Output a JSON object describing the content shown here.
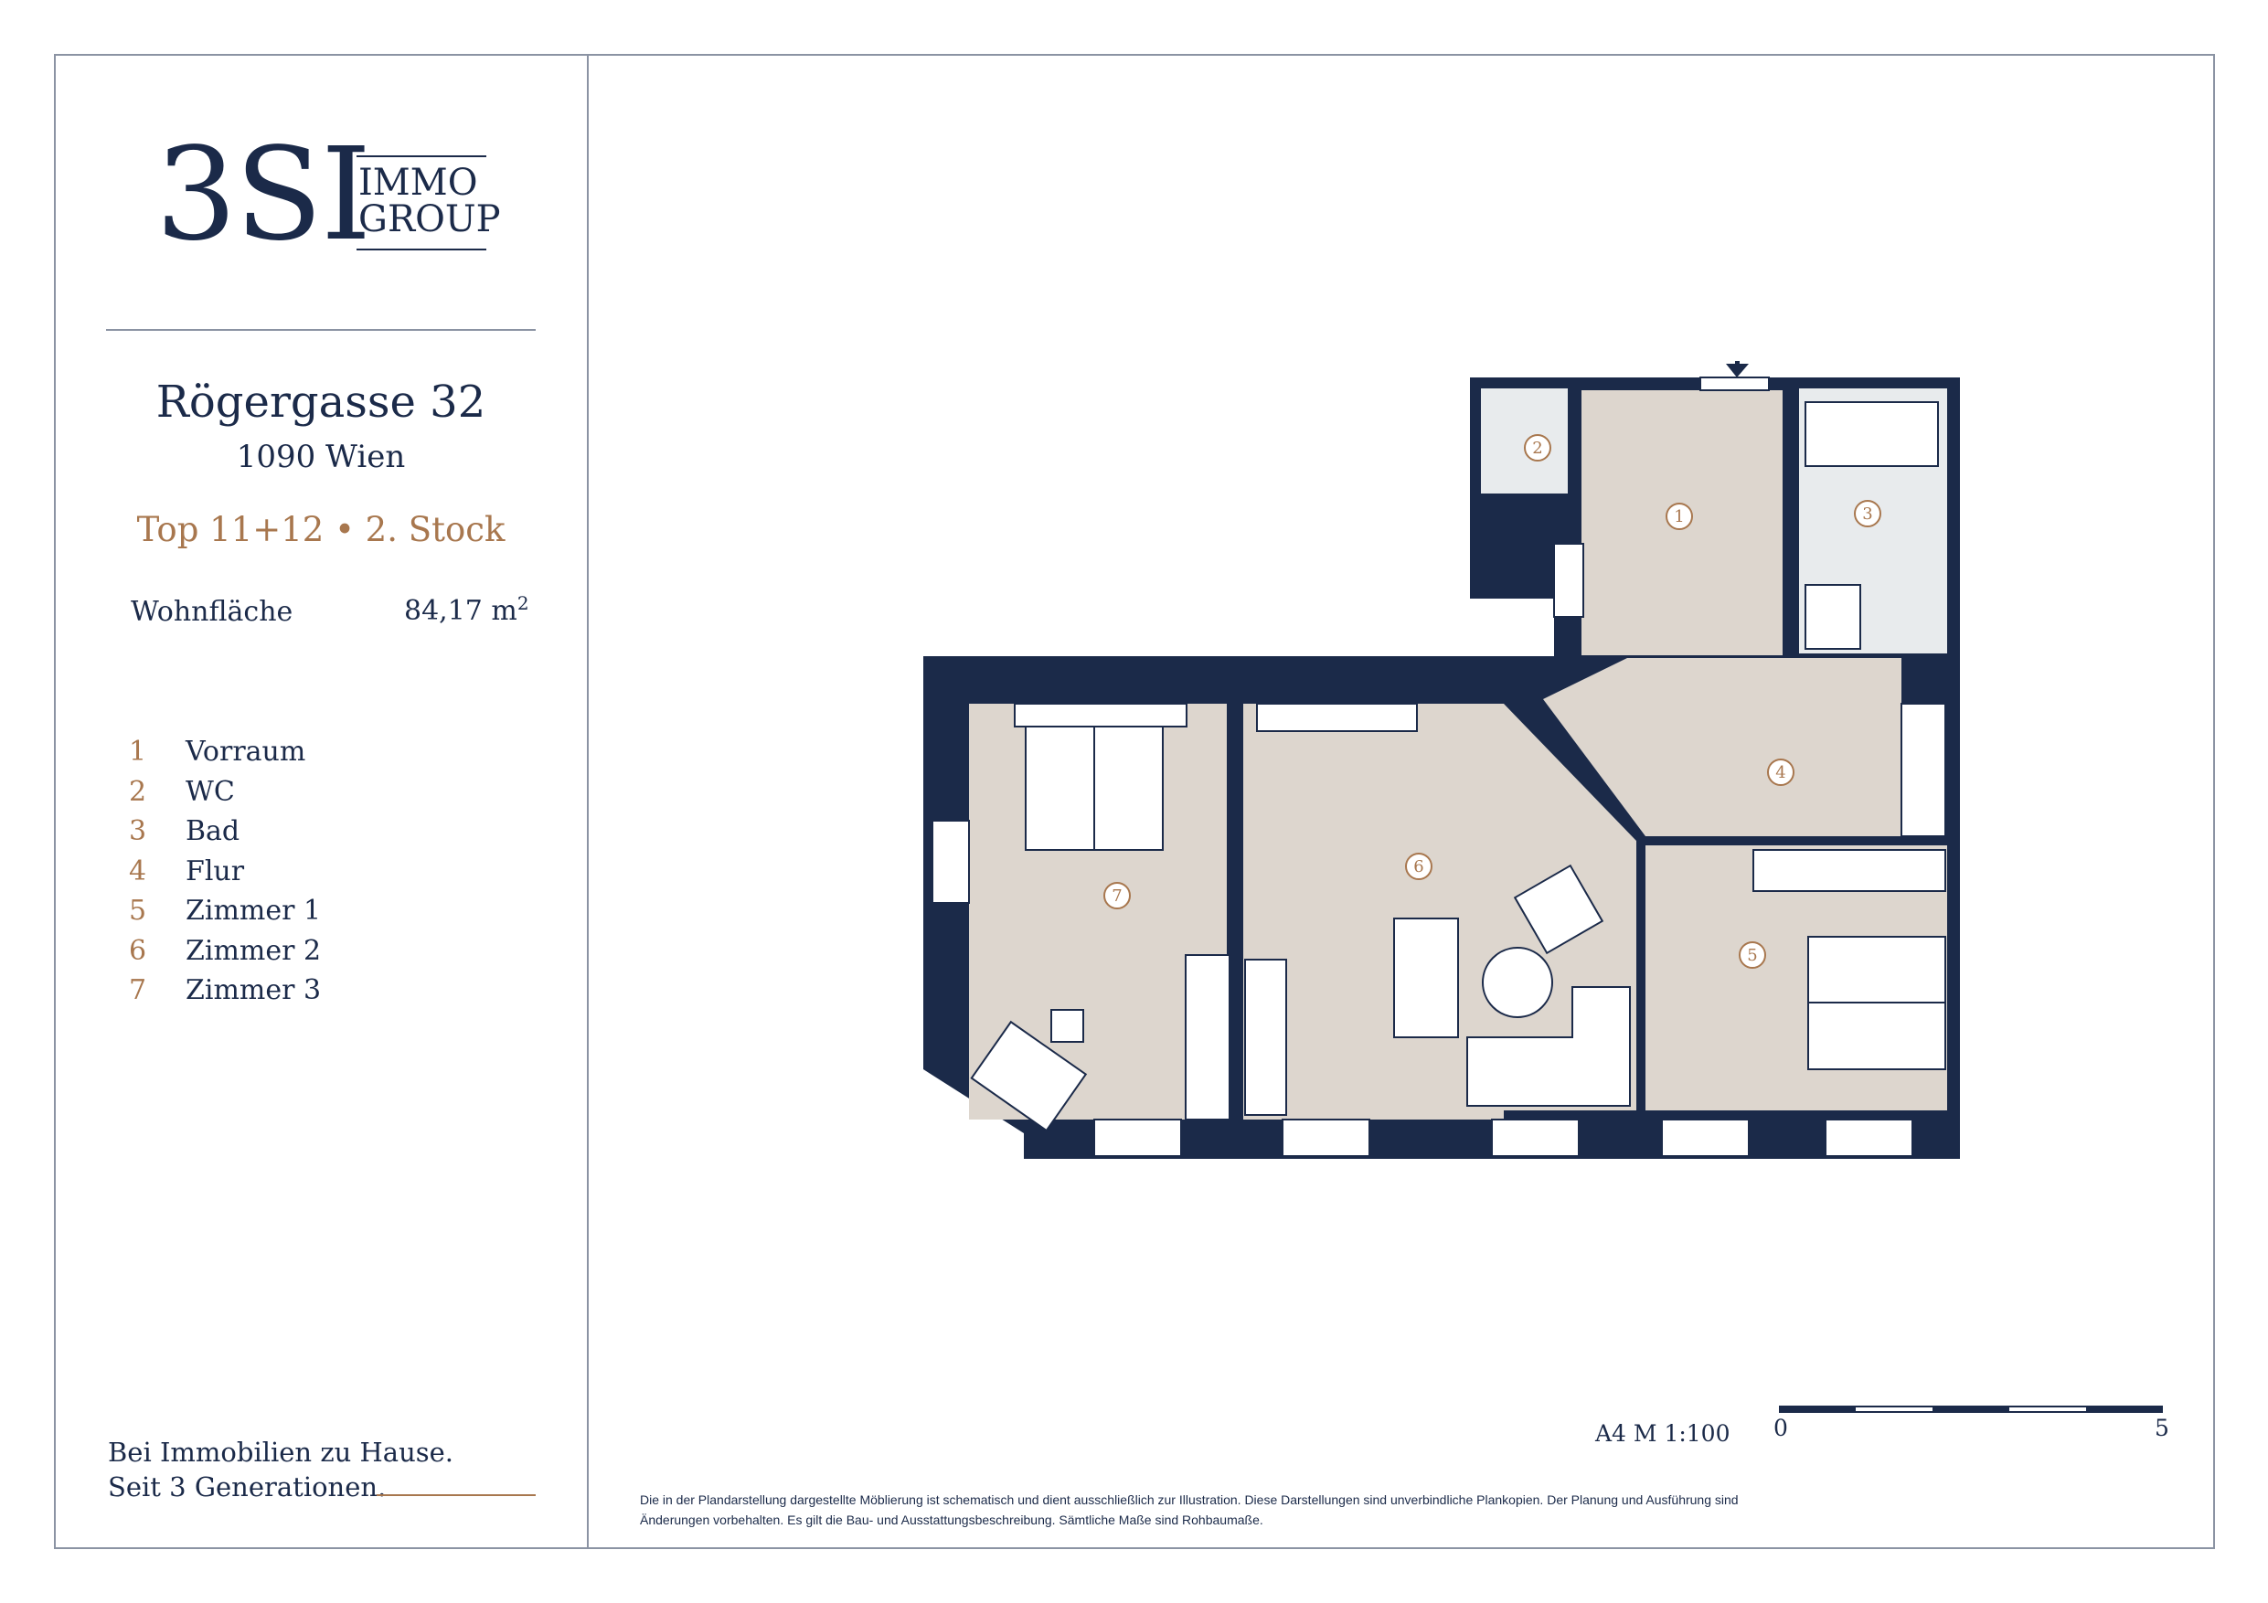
{
  "brand": {
    "logo_main": "3SI",
    "logo_line1": "IMMO",
    "logo_line2": "GROUP"
  },
  "property": {
    "street": "Rögergasse 32",
    "city": "1090 Wien",
    "unit": "Top 11+12 • 2. Stock",
    "area_label": "Wohnfläche",
    "area_value": "84,17 m",
    "area_unit_sup": "2"
  },
  "rooms": [
    {
      "num": "1",
      "name": "Vorraum"
    },
    {
      "num": "2",
      "name": "WC"
    },
    {
      "num": "3",
      "name": "Bad"
    },
    {
      "num": "4",
      "name": "Flur"
    },
    {
      "num": "5",
      "name": "Zimmer 1"
    },
    {
      "num": "6",
      "name": "Zimmer 2"
    },
    {
      "num": "7",
      "name": "Zimmer 3"
    }
  ],
  "slogan": {
    "line1": "Bei Immobilien zu Hause.",
    "line2": "Seit 3 Generationen."
  },
  "scale": {
    "text": "A4  M 1:100",
    "start": "0",
    "end": "5"
  },
  "disclaimer": "Die in der Plandarstellung dargestellte Möblierung ist schematisch und dient ausschließlich zur Illustration. Diese Darstellungen sind unverbindliche Plankopien. Der Planung und Ausführung sind Änderungen vorbehalten. Es gilt die Bau- und Ausstattungsbeschreibung. Sämtliche Maße sind Rohbaumaße.",
  "colors": {
    "navy": "#1b2a49",
    "accent": "#a8774e",
    "floor": "#ddd6ce",
    "frame": "#8b93a3"
  }
}
